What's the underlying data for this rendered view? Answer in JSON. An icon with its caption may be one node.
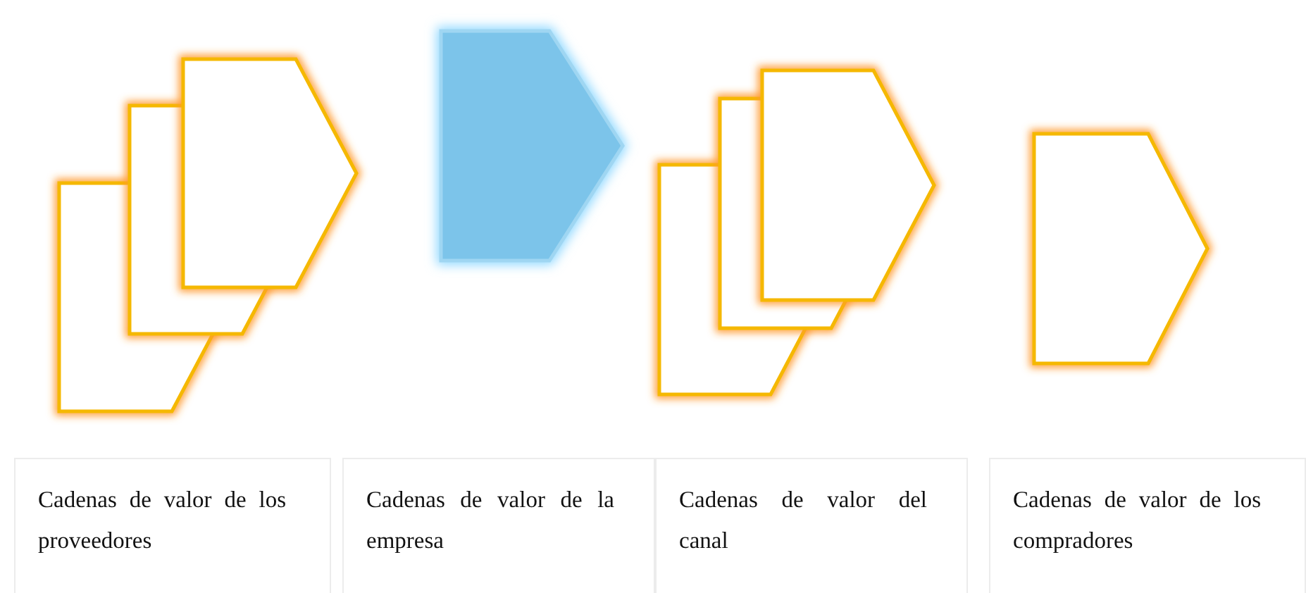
{
  "diagram": {
    "nodes": [
      {
        "text": [
          "Cadenas de valor de los proveedores"
        ]
      },
      {
        "text": [
          "Cadenas de valor de la empresa"
        ]
      },
      {
        "text": [
          "Cadenas de valor del canal"
        ]
      },
      {
        "text": [
          "Cadenas de valor de los compradores"
        ]
      }
    ]
  }
}
